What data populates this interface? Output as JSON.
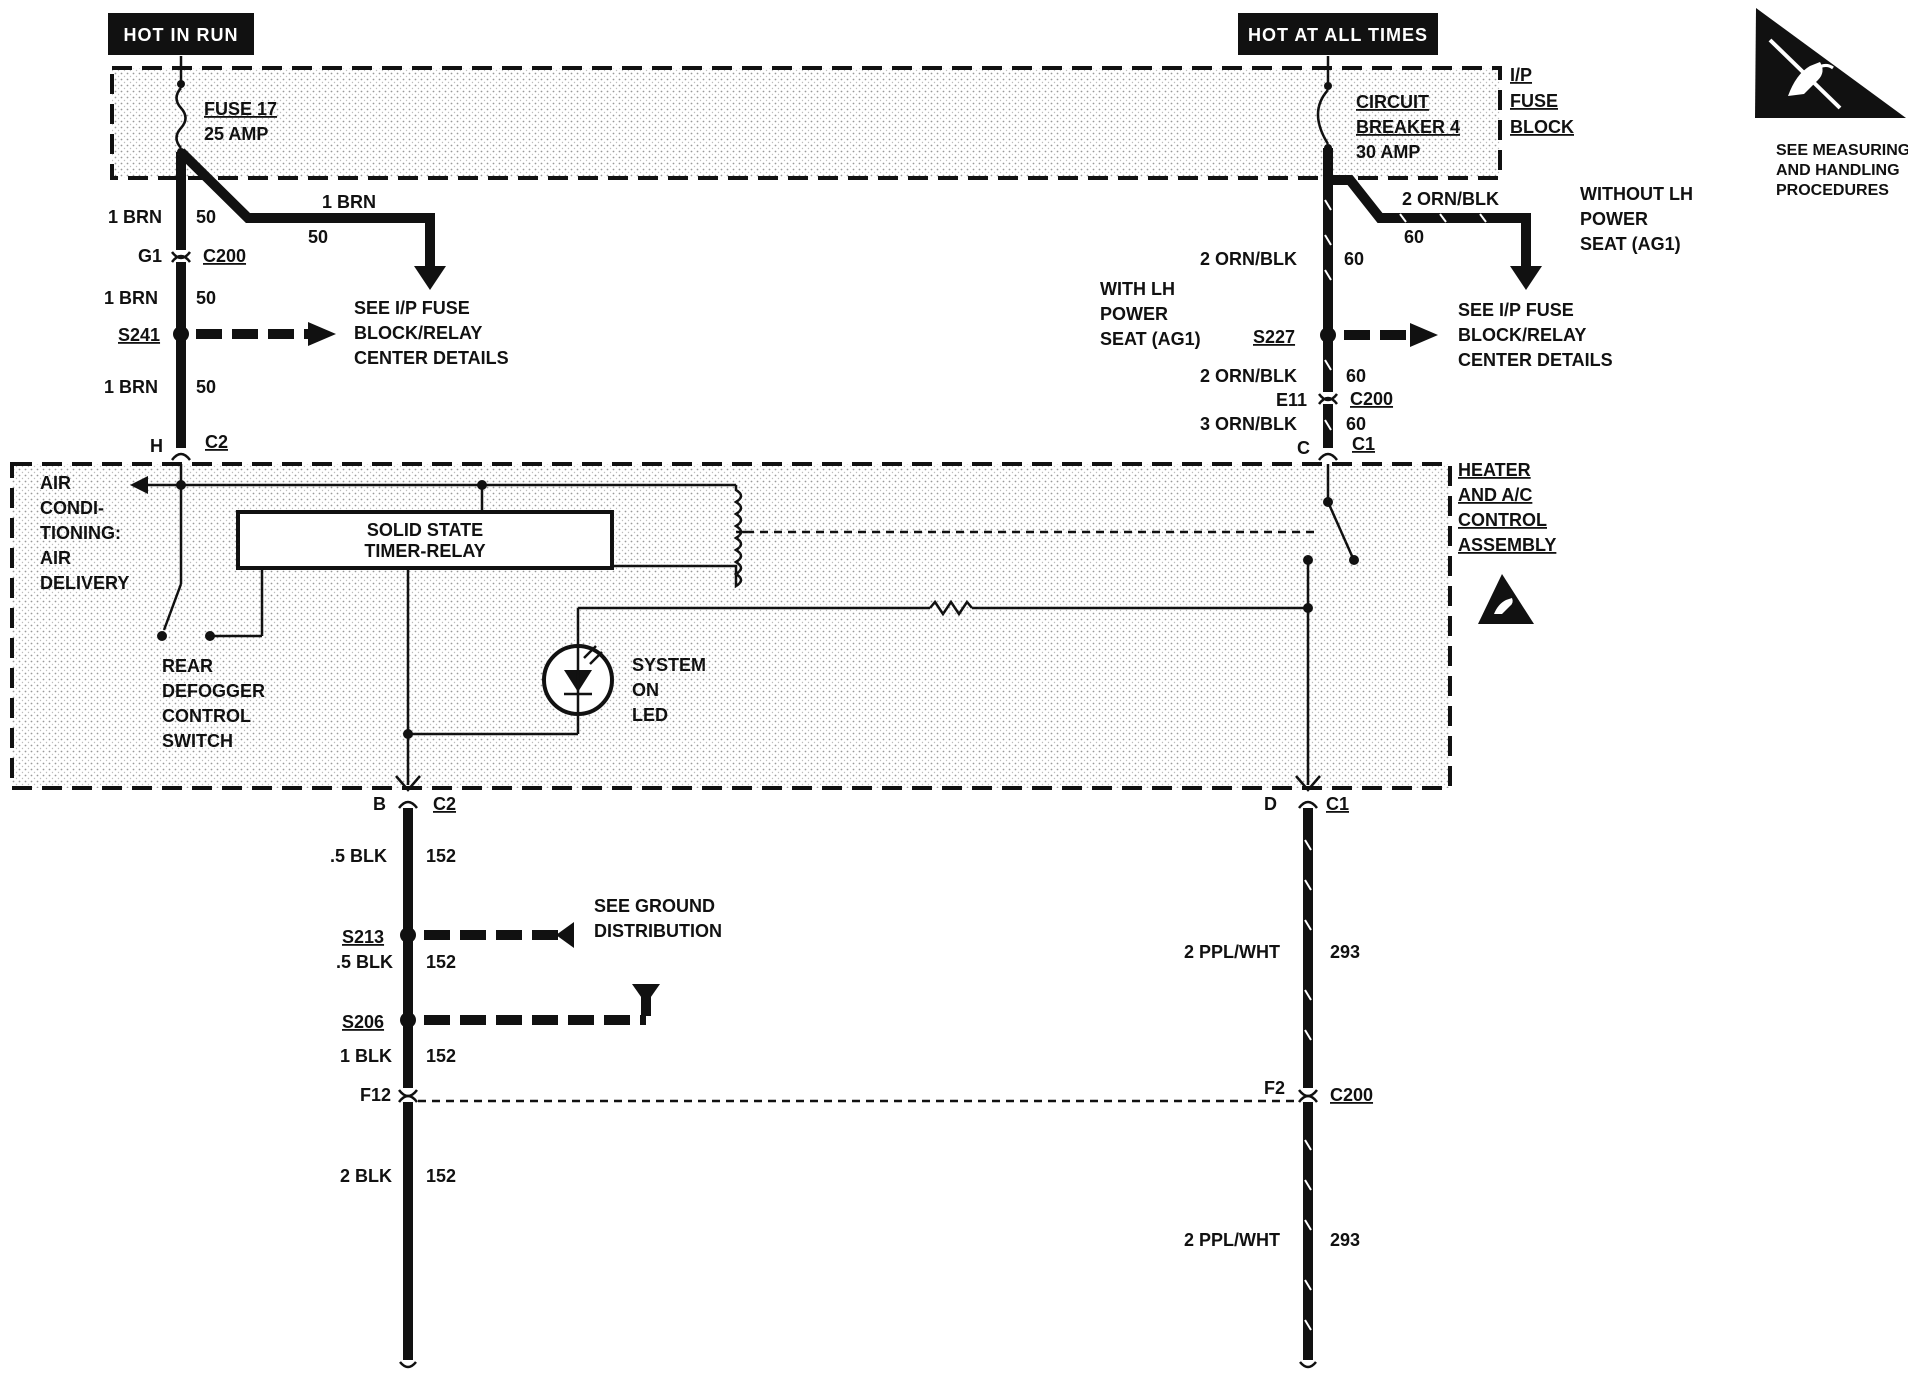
{
  "colors": {
    "ink": "#111111",
    "background": "#ffffff",
    "stipple": "#c8c8c8"
  },
  "tags": {
    "hot_in_run": "HOT IN RUN",
    "hot_at_all_times": "HOT AT ALL TIMES"
  },
  "esd_notice": {
    "icon": "esd-warning-icon",
    "line1": "SEE MEASURING",
    "line2": "AND HANDLING",
    "line3": "PROCEDURES"
  },
  "fuse_block": {
    "line1": "I/P",
    "line2": "FUSE",
    "line3": "BLOCK"
  },
  "fuse17": {
    "name": "FUSE 17",
    "rating": "25 AMP"
  },
  "breaker4": {
    "line1": "CIRCUIT",
    "line2": "BREAKER 4",
    "rating": "30 AMP"
  },
  "left_circuit": {
    "wire1": {
      "gauge_color": "1 BRN",
      "circuit": "50"
    },
    "branch": {
      "gauge_color": "1 BRN",
      "circuit": "50"
    },
    "conn_g1": {
      "pin": "G1",
      "connector": "C200"
    },
    "wire2": {
      "gauge_color": "1 BRN",
      "circuit": "50"
    },
    "splice": "S241",
    "see_details": {
      "line1": "SEE I/P FUSE",
      "line2": "BLOCK/RELAY",
      "line3": "CENTER DETAILS"
    },
    "wire3": {
      "gauge_color": "1 BRN",
      "circuit": "50"
    },
    "conn_h": {
      "pin": "H",
      "connector": "C2"
    }
  },
  "right_circuit": {
    "branch": {
      "gauge_color": "2 ORN/BLK",
      "circuit": "60"
    },
    "without_note": {
      "line1": "WITHOUT LH",
      "line2": "POWER",
      "line3": "SEAT (AG1)"
    },
    "wire1": {
      "gauge_color": "2 ORN/BLK",
      "circuit": "60"
    },
    "with_note": {
      "line1": "WITH LH",
      "line2": "POWER",
      "line3": "SEAT (AG1)"
    },
    "splice": "S227",
    "see_details": {
      "line1": "SEE I/P FUSE",
      "line2": "BLOCK/RELAY",
      "line3": "CENTER DETAILS"
    },
    "wire2": {
      "gauge_color": "2 ORN/BLK",
      "circuit": "60"
    },
    "conn_e11": {
      "pin": "E11",
      "connector": "C200"
    },
    "wire3": {
      "gauge_color": "3 ORN/BLK",
      "circuit": "60"
    },
    "conn_c": {
      "pin": "C",
      "connector": "C1"
    }
  },
  "control_assembly": {
    "name": {
      "line1": "HEATER",
      "line2": "AND A/C",
      "line3": "CONTROL",
      "line4": "ASSEMBLY"
    },
    "air_cond": {
      "line1": "AIR",
      "line2": "CONDI-",
      "line3": "TIONING:",
      "line4": "AIR",
      "line5": "DELIVERY"
    },
    "timer_relay": {
      "line1": "SOLID STATE",
      "line2": "TIMER-RELAY"
    },
    "rear_switch": {
      "line1": "REAR",
      "line2": "DEFOGGER",
      "line3": "CONTROL",
      "line4": "SWITCH"
    },
    "led": {
      "line1": "SYSTEM",
      "line2": "ON",
      "line3": "LED"
    },
    "esd_icon": "esd-warning-icon"
  },
  "lower_left": {
    "conn_b": {
      "pin": "B",
      "connector": "C2"
    },
    "wire1": {
      "gauge_color": ".5 BLK",
      "circuit": "152"
    },
    "splice_s213": "S213",
    "ground_note": {
      "line1": "SEE GROUND",
      "line2": "DISTRIBUTION"
    },
    "wire2": {
      "gauge_color": ".5 BLK",
      "circuit": "152"
    },
    "splice_s206": "S206",
    "wire3": {
      "gauge_color": "1 BLK",
      "circuit": "152"
    },
    "conn_f12": {
      "pin": "F12"
    },
    "wire4": {
      "gauge_color": "2 BLK",
      "circuit": "152"
    }
  },
  "lower_right": {
    "conn_d": {
      "pin": "D",
      "connector": "C1"
    },
    "wire1": {
      "gauge_color": "2 PPL/WHT",
      "circuit": "293"
    },
    "conn_f2": {
      "pin": "F2",
      "connector": "C200"
    },
    "wire2": {
      "gauge_color": "2 PPL/WHT",
      "circuit": "293"
    }
  }
}
